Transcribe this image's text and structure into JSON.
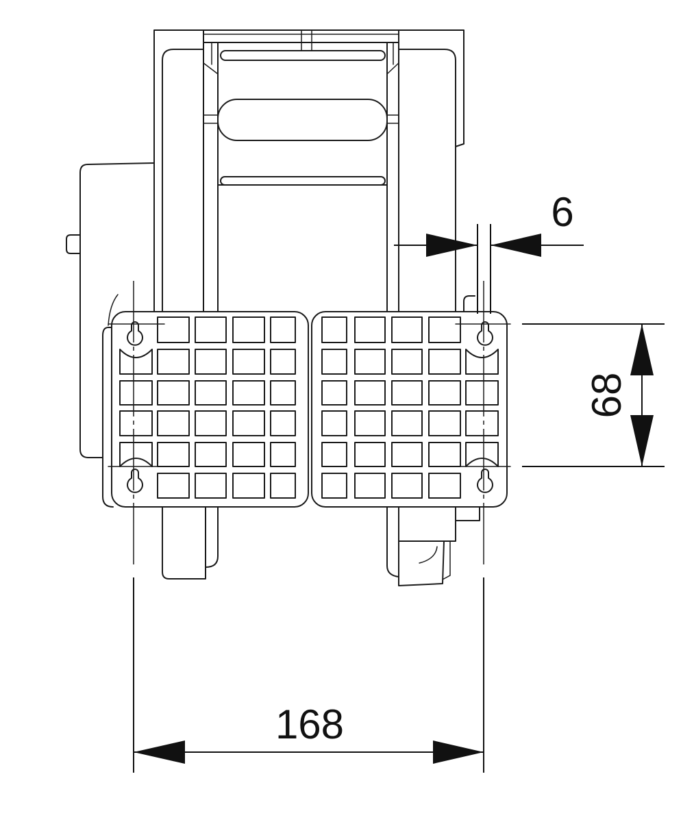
{
  "dimensions": {
    "offset": "6",
    "hole_spacing_vertical": "68",
    "hole_spacing_horizontal": "168"
  },
  "colors": {
    "line": "#1a1a1a",
    "background": "#ffffff"
  }
}
